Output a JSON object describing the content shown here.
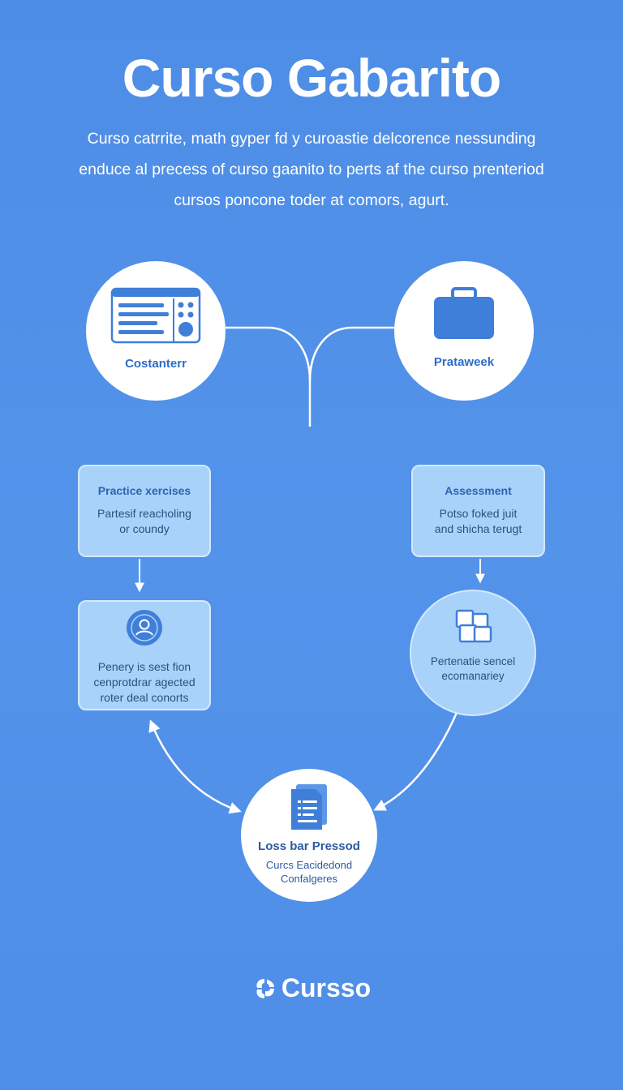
{
  "title": "Curso Gabarito",
  "intro": [
    "Curso catrrite, math gyper fd y curoastie delcorence nessunding",
    "enduce al precess of curso gaanito to perts af the curso prenteriod",
    "cursos poncone toder at comors, agurt."
  ],
  "nodes": {
    "top_left": {
      "label": "Costanterr",
      "icon": "dashboard-panel-icon"
    },
    "top_right": {
      "label": "Prataweek",
      "icon": "briefcase-icon"
    },
    "practice": {
      "head": "Practice xercises",
      "body": [
        "Partesif reacholing",
        "or coundy"
      ]
    },
    "assessment": {
      "head": "Assessment",
      "body": [
        "Potso foked juit",
        "and shicha terugt"
      ]
    },
    "mentor": {
      "icon": "user-badge-icon",
      "body": [
        "Penery is sest fion",
        "cenprotdrar agected",
        "roter deal conorts"
      ]
    },
    "personal": {
      "icon": "stacked-squares-icon",
      "body": [
        "Pertenatie sencel",
        "ecomanariey"
      ]
    },
    "bottom": {
      "icon": "document-icon",
      "head": "Loss bar Pressod",
      "body": [
        "Curcs Eacidedond",
        "Confalgeres"
      ]
    }
  },
  "brand": {
    "name": "Cursso",
    "icon": "cursso-logo-icon"
  },
  "colors": {
    "background": "#4f8fe8",
    "accent": "#2d6cc8",
    "card": "#a9d2fa"
  }
}
